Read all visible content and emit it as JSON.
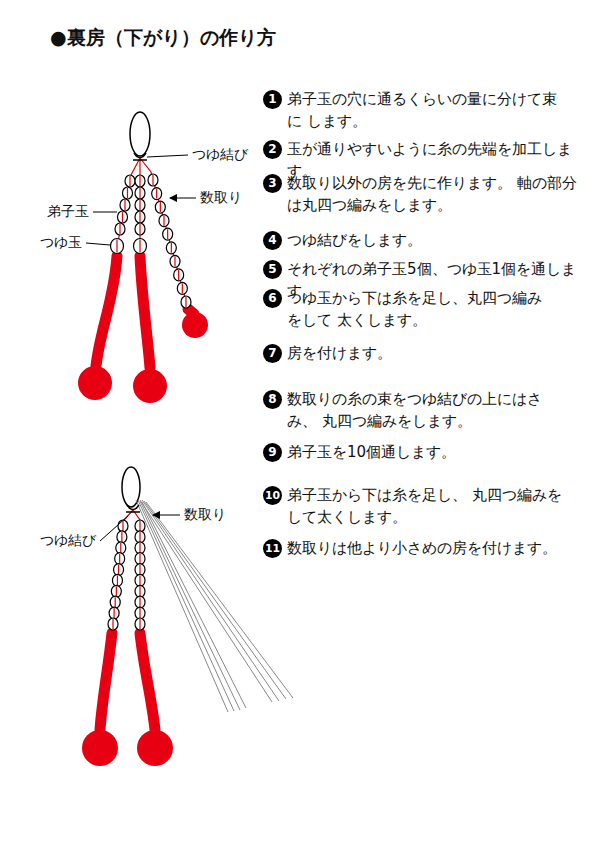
{
  "diagram": {
    "title": "●裏房（下がり）の作り方",
    "nodes": [
      {
        "text": [
          "1",
          "弟子玉の穴に通るくらいの量に分けて束に します。"
        ]
      },
      {
        "text": [
          "2",
          "玉が通りやすいように糸の先端を加工します。"
        ]
      },
      {
        "text": [
          "3",
          "数取り以外の房を先に作ります。 軸の部分は丸四つ編みをします。"
        ]
      },
      {
        "text": [
          "4",
          "つゆ結びをします。"
        ]
      },
      {
        "text": [
          "5",
          "それぞれの弟子玉5個、つゆ玉1個を通します。"
        ]
      },
      {
        "text": [
          "6",
          "つゆ玉から下は糸を足し、丸四つ編みをして 太くします。"
        ]
      },
      {
        "text": [
          "7",
          "房を付けます。"
        ]
      },
      {
        "text": [
          "8",
          "数取りの糸の束をつゆ結びの上にはさみ、 丸四つ編みをします。"
        ]
      },
      {
        "text": [
          "9",
          "弟子玉を10個通します。"
        ]
      },
      {
        "text": [
          "10",
          "弟子玉から下は糸を足し、 丸四つ編みをして太くします。"
        ]
      },
      {
        "text": [
          "11",
          "数取りは他より小さめの房を付けます。"
        ]
      }
    ],
    "labels": [
      "つゆ結び",
      "弟子玉",
      "数取り",
      "つゆ玉",
      "数取り",
      "つゆ結び"
    ]
  }
}
